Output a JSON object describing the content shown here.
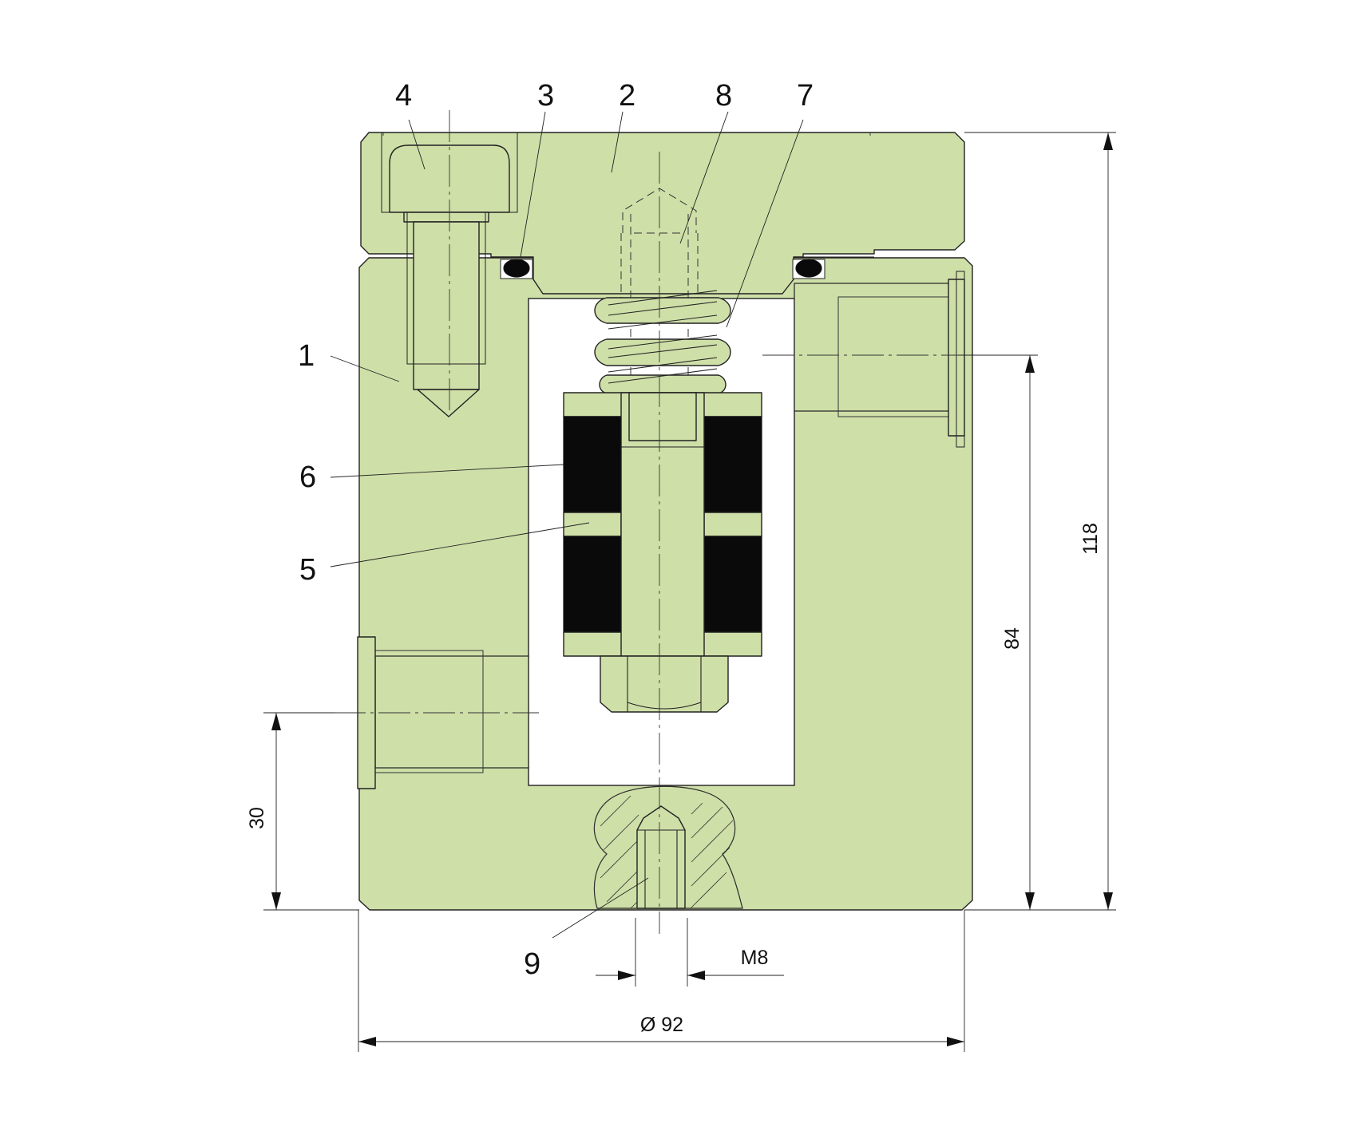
{
  "callouts": [
    "1",
    "2",
    "3",
    "4",
    "5",
    "6",
    "7",
    "8",
    "9"
  ],
  "dimensions": {
    "height_total": "118",
    "height_port_right": "84",
    "height_port_left": "30",
    "diameter": "Ø 92",
    "thread": "M8"
  },
  "colors": {
    "body_fill": "#cfdfa8",
    "seal_fill": "#0a0a0a",
    "line": "#222222"
  }
}
